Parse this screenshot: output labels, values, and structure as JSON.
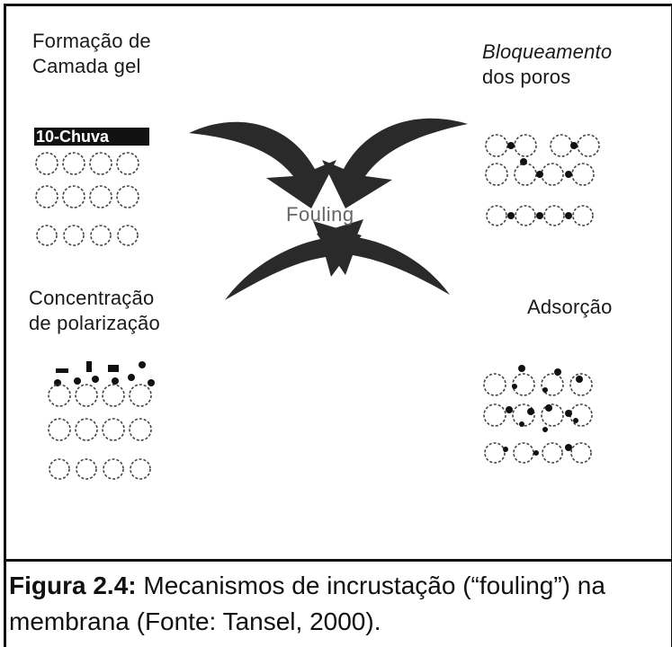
{
  "figure": {
    "mechanisms": {
      "top_left": {
        "line1": "Formação de",
        "line2": "Camada gel",
        "overlay_text": "10-Chuva"
      },
      "top_right": {
        "line1": "Bloqueamento",
        "line2": "dos poros"
      },
      "bottom_left": {
        "line1": "Concentração",
        "line2": "de polarização"
      },
      "bottom_right": {
        "line1": "Adsorção"
      }
    },
    "center_label": "Fouling"
  },
  "caption": {
    "number": "Figura 2.4:",
    "text": " Mecanismos de incrustação (“fouling”) na membrana (Fonte: Tansel, 2000)."
  }
}
